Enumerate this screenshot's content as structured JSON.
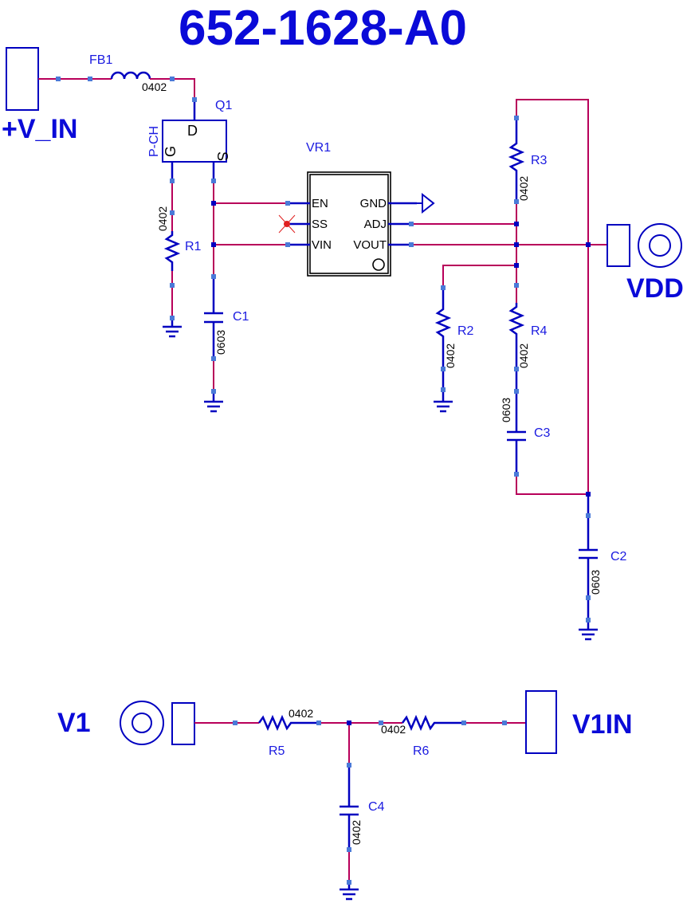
{
  "title": "652-1628-A0",
  "nets": {
    "vin": "+V_IN",
    "vdd": "VDD",
    "v1": "V1",
    "v1in": "V1IN"
  },
  "parts": {
    "fb1": {
      "ref": "FB1",
      "pkg": "0402"
    },
    "q1": {
      "ref": "Q1",
      "type": "P-CH",
      "pin_d": "D",
      "pin_g": "G",
      "pin_s": "S"
    },
    "vr1": {
      "ref": "VR1",
      "pins": {
        "en": "EN",
        "ss": "SS",
        "vin": "VIN",
        "gnd": "GND",
        "adj": "ADJ",
        "vout": "VOUT"
      }
    },
    "r1": {
      "ref": "R1",
      "pkg": "0402"
    },
    "c1": {
      "ref": "C1",
      "pkg": "0603"
    },
    "r2": {
      "ref": "R2",
      "pkg": "0402"
    },
    "r3": {
      "ref": "R3",
      "pkg": "0402"
    },
    "r4": {
      "ref": "R4",
      "pkg": "0402"
    },
    "c2": {
      "ref": "C2",
      "pkg": "0603"
    },
    "c3": {
      "ref": "C3",
      "pkg": "0603"
    },
    "r5": {
      "ref": "R5",
      "pkg": "0402"
    },
    "r6": {
      "ref": "R6",
      "pkg": "0402"
    },
    "c4": {
      "ref": "C4",
      "pkg": "0402"
    }
  },
  "colors": {
    "net_label": "#0a0ad8",
    "wire": "#b8005a",
    "component": "#0000c0",
    "junction": "#4a7ad8",
    "no_connect": "#e02020"
  }
}
